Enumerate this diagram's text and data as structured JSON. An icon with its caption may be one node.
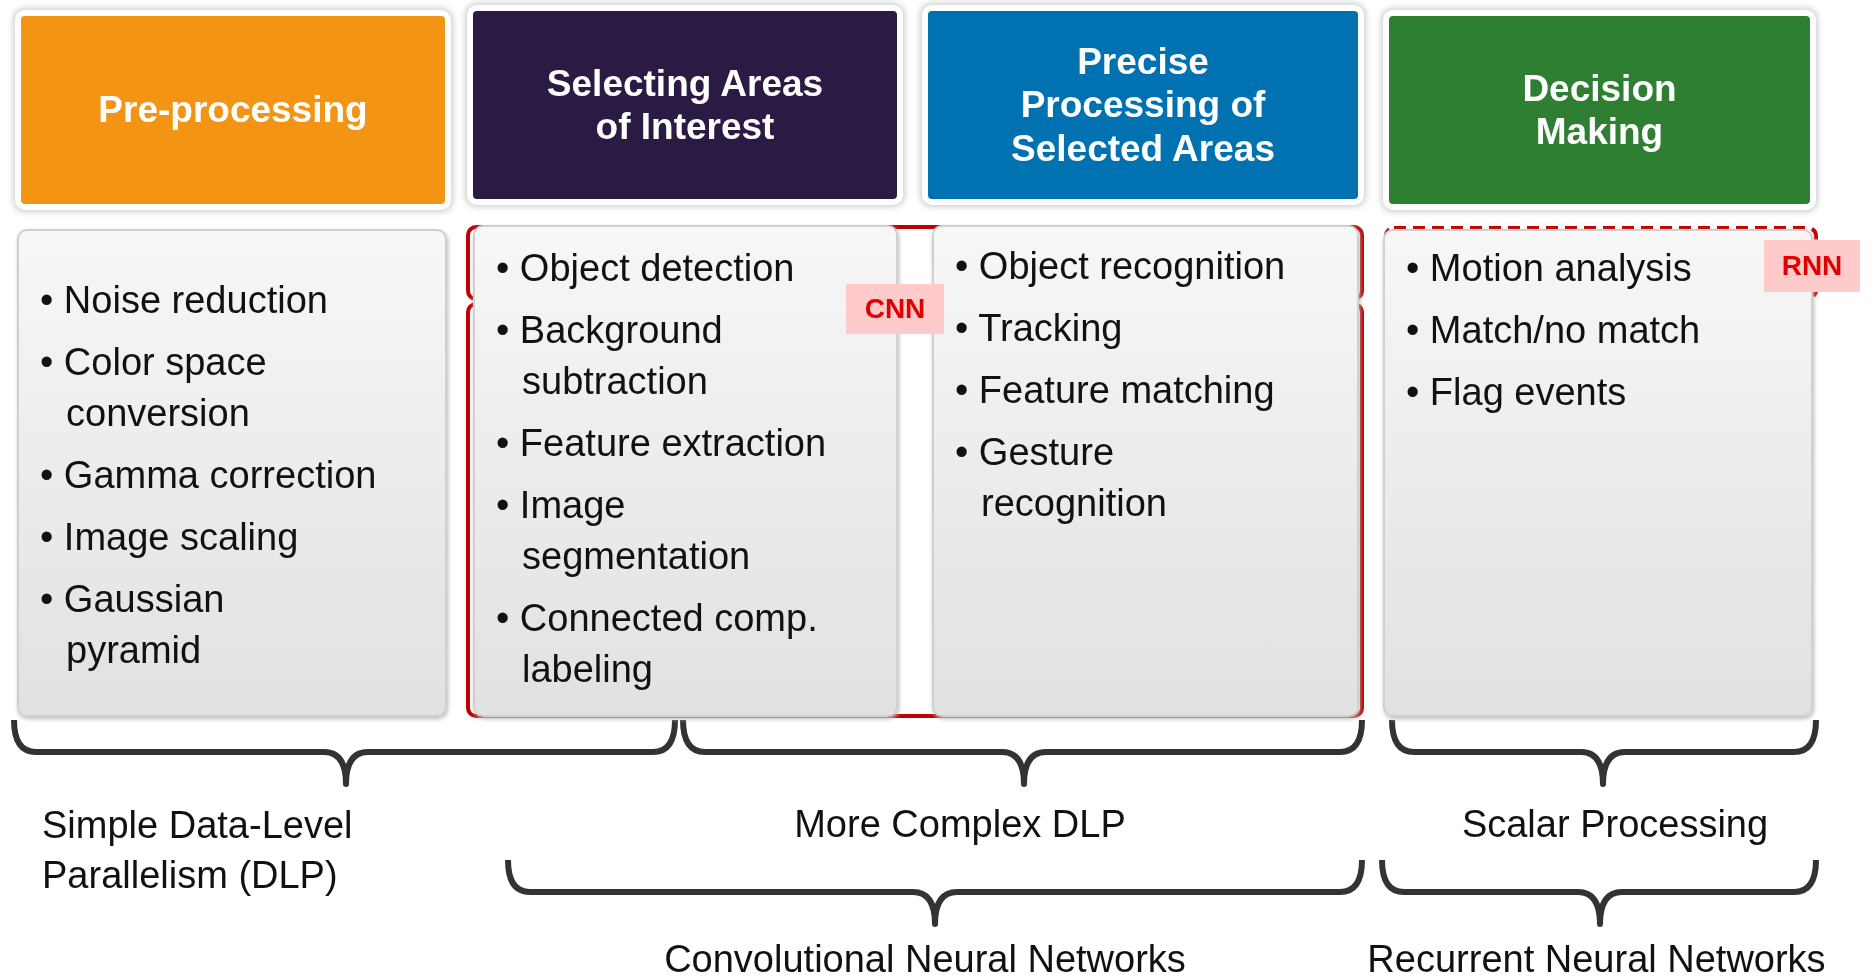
{
  "diagram": {
    "nodes": [
      {
        "text": [
          "Pre-processing"
        ]
      },
      {
        "text": [
          "Selecting Areas of Interest"
        ]
      },
      {
        "text": [
          "Precise Processing of Selected Areas"
        ]
      },
      {
        "text": [
          "Decision Making"
        ]
      },
      {
        "text": [
          "• Noise reduction",
          "• Color space conversion",
          "• Gamma correction",
          "• Image scaling",
          "• Gaussian pyramid"
        ]
      },
      {
        "text": [
          "• Object detection",
          "• Background subtraction",
          "• Feature extraction",
          "• Image segmentation",
          "• Connected comp. labeling"
        ]
      },
      {
        "text": [
          "• Object recognition",
          "• Tracking",
          "• Feature matching",
          "• Gesture recognition"
        ]
      },
      {
        "text": [
          "• Motion analysis",
          "• Match/no match",
          "• Flag events"
        ]
      }
    ],
    "labels": [
      "RNN",
      "CNN",
      "Simple Data-Level Parallelism (DLP)",
      "More Complex DLP",
      "Scalar Processing",
      "Convolutional Neural Networks",
      "Recurrent Neural Networks"
    ]
  }
}
